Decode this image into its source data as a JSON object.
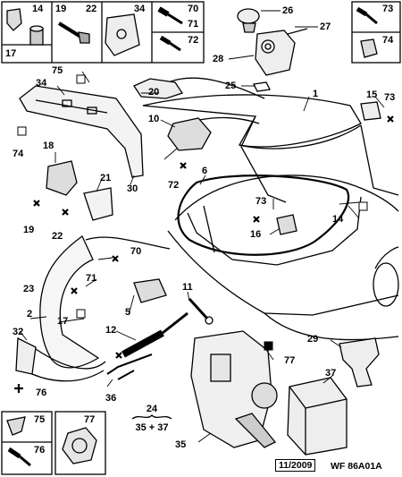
{
  "labels": {
    "l14a": "14",
    "l17": "17",
    "l19": "19",
    "l22": "22",
    "l34a": "34",
    "l70a": "70",
    "l71a": "71",
    "l72a": "72",
    "l26": "26",
    "l27": "27",
    "l28": "28",
    "l73a": "73",
    "l74a": "74",
    "l75": "75",
    "l34b": "34",
    "l20": "20",
    "l25": "25",
    "l1": "1",
    "l15": "15",
    "l73b": "73",
    "l10": "10",
    "l74b": "74",
    "l18": "18",
    "l21": "21",
    "l72b": "72",
    "l6": "6",
    "l30": "30",
    "l19b": "19",
    "l22b": "22",
    "l73c": "73",
    "l16": "16",
    "l14b": "14",
    "l70b": "70",
    "l23": "23",
    "l71b": "71",
    "l11": "11",
    "l2": "2",
    "l5": "5",
    "l17b": "17",
    "l32": "32",
    "l12": "12",
    "l29": "29",
    "l77a": "77",
    "l37": "37",
    "l76a": "76",
    "l36": "36",
    "l24": "24",
    "l35": "35",
    "l75b": "75",
    "l76b": "76",
    "l77b": "77"
  },
  "fraction": {
    "top": "24",
    "bottom": "35 + 37"
  },
  "footer": {
    "date": "11/2009",
    "code": "WF 86A01A"
  }
}
